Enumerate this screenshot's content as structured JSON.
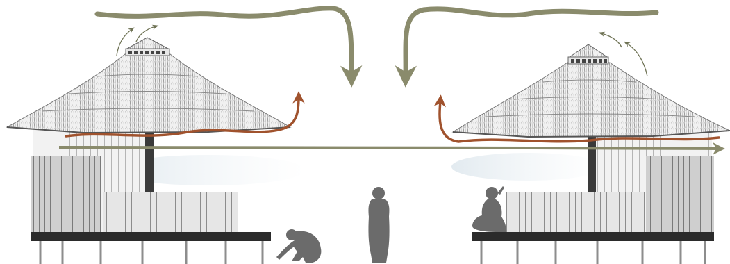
{
  "diagram": {
    "subject": "ventilation-section-two-thatched-huts",
    "airflow_colors": {
      "cool_air": "#8a8b6c",
      "warm_air": "#a0522d",
      "cool_air_light": "#a3a486"
    },
    "elements": [
      {
        "id": "hut-left",
        "parts": [
          "thatched-roof",
          "roof-vent",
          "slatted-walls",
          "raised-deck",
          "stilts"
        ]
      },
      {
        "id": "hut-right",
        "parts": [
          "thatched-roof",
          "roof-vent",
          "slatted-walls",
          "raised-deck",
          "stilts"
        ]
      },
      {
        "id": "person-crouching"
      },
      {
        "id": "person-standing"
      },
      {
        "id": "person-sitting"
      }
    ]
  }
}
